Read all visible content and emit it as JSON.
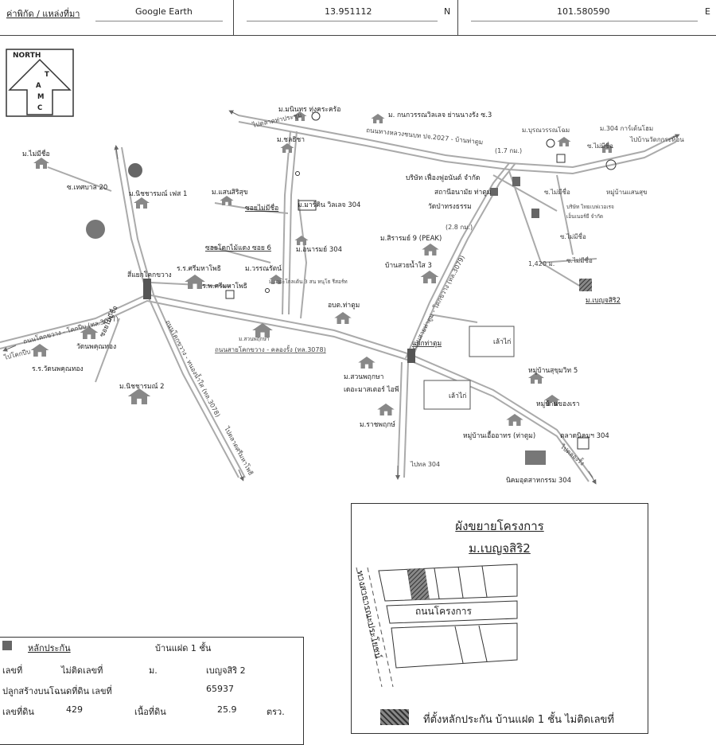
{
  "header": {
    "coord_source_label": "ค่าพิกัด / แหล่งที่มา",
    "source": "Google Earth",
    "latitude": "13.951112",
    "lat_dir": "N",
    "longitude": "101.580590",
    "lon_dir": "E"
  },
  "compass": {
    "label": "NORTH",
    "letters": [
      "T",
      "A",
      "M",
      "C"
    ]
  },
  "map_labels": {
    "l01": "ม.มนินทร ทุ่งคระคร้อ",
    "l02": "ม. กนกวรรณวิลเลจ ย่านนางรัง ซ.3",
    "l03": "ไปตลาดท่าประชุม",
    "l04": "ถนนทางหลวงชนบท ปจ.2027 - บ้านท่าตูม",
    "l05": "ม.ชลธิชา",
    "l06": "ม.ไม่มีชื่อ",
    "l07": "ซ.เทศบาล 20",
    "l08": "ม.นิชชารมณ์ เฟส 1",
    "l09": "ม.แสนสิริสุข",
    "l10": "ซอยไม่มีชื่อ",
    "l11": "ม.มาร์คิน วิลเลจ 304",
    "l12": "ซอยโคกไม้แดง ซอย 6",
    "l13": "ม.อนารมย์ 304",
    "l14": "ร.ร.ศรีมหาโพธิ",
    "l15": "ม.วรรณรัตน์",
    "l16": "ร.พ.ศรีมหาโพธิ",
    "l17": "สี่แยกโคกขวาง",
    "l18": "อบต.ท่าตูม",
    "l19": "ม.สวนพฤกษา",
    "l20": "ถนนสายโคกขวาง - คลองรั้ง (ทล.3078)",
    "l21": "ไปโคกปีบ",
    "l22": "ถนนโคกขวาง - โคกปีบ (ทล.3077)",
    "l23": "ซอยไม่มีชื่อ",
    "l24": "วัดนพคุณทอง",
    "l25": "ร.ร.วัดนพคุณทอง",
    "l26": "ม.นิชชารมณ์ 2",
    "l27": "ถนนโคกขวาง - หนองน้ำใส (ทล.3078)",
    "l28": "ไปตลาดศรีมหาโพธิ",
    "l29": "ม.สวนพฤกษา",
    "l30": "เดอะมาสเตอร์ ไอพี",
    "l31": "ม.ราชพฤกษ์",
    "l32": "แยกท่าตูม",
    "l33": "ถนนสายท่าตูม - โคกขวาง (ทล.3079)",
    "l34": "ไปทล 304",
    "l35": "เล้าไก่",
    "l36": "เล้าไก่",
    "l37": "หมู่บ้านสุขุมวิท 5",
    "l38": "หมู่บ้านของเรา",
    "l39": "หมู่บ้านเอื้ออาทร (ท่าตูม)",
    "l40": "ตลาดนิคมฯ 304",
    "l41": "นิคมอุตสาหกรรม 304",
    "l42": "ไปตลองรั้ง",
    "l43": "บริษัท เฟื่องฟูอนันต์ จำกัด",
    "l44": "สถานีอนามัย ท่าตูม",
    "l45": "วัดป่าทรงธรรม",
    "l46": "(1.7 กม.)",
    "l47": "(2.8 กม.)",
    "l48": "ม.สิรารมย์ 9 (PEAK)",
    "l49": "บ้านสวยน้ำใส 3",
    "l50": "ม.บุรณวรรณโฉม",
    "l51": "ม.304 การ์เด้นโฮม",
    "l52": "ซ.ไม่มีชื่อ",
    "l53": "ไปบ้านวัดกกระท้อน",
    "l54": "ซ.ไม่มีชื่อ",
    "l55": "หมู่บ้านแสนสุข",
    "l56": "บริษัท ไทยเบฟเวอเรจ",
    "l57": "เอ็นเนอร์ยี จำกัด",
    "l58": "ซ.ไม่มีชื่อ",
    "l59": "1,420 ม.",
    "l60": "ซ.ไม่มีชื่อ",
    "l61": "ม.เบญจสิริ2",
    "l62": "ม.เดอะโกลเด้น 3 สน หนุโธ รีสอร์ท"
  },
  "inset": {
    "title": "ผังขยายโครงการ",
    "subtitle": "ม.เบญจสิริ2",
    "road_label": "ถนนโครงการ",
    "side_road_label": "ทางสาธารณะประโยชน์",
    "legend": "ที่ตั้งหลักประกัน บ้านแฝด 1 ชั้น ไม่ติดเลขที่"
  },
  "info": {
    "collateral_label": "หลักประกัน",
    "collateral_type": "บ้านแฝด 1 ชั้น",
    "house_no_label": "เลขที่",
    "house_no": "ไม่ติดเลขที่",
    "village_label": "ม.",
    "village": "เบญจสิริ 2",
    "deed_label": "ปลูกสร้างบนโฉนดที่ดิน เลขที่",
    "deed_no": "65937",
    "land_no_label": "เลขที่ดิน",
    "land_no": "429",
    "area_label": "เนื้อที่ดิน",
    "area": "25.9",
    "area_unit": "ตรว."
  },
  "colors": {
    "ink": "#222222",
    "road": "#aaaaaa",
    "hatch": "#555555"
  }
}
